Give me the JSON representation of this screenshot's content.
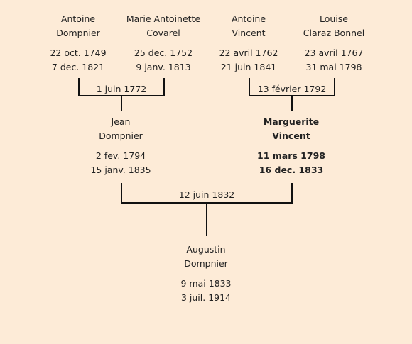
{
  "people": {
    "g1_father": {
      "first": "Antoine",
      "last": "Dompnier",
      "birth": "22 oct. 1749",
      "death": "7 dec. 1821"
    },
    "g1_mother": {
      "first": "Marie Antoinette",
      "last": "Covarel",
      "birth": "25 dec. 1752",
      "death": "9 janv. 1813"
    },
    "g2_father": {
      "first": "Antoine",
      "last": "Vincent",
      "birth": "22 avril 1762",
      "death": "21 juin 1841"
    },
    "g2_mother": {
      "first": "Louise",
      "last": "Claraz Bonnel",
      "birth": "23 avril 1767",
      "death": "31 mai 1798"
    },
    "jean": {
      "first": "Jean",
      "last": "Dompnier",
      "birth": "2 fev. 1794",
      "death": "15 janv. 1835"
    },
    "marguerite": {
      "first": "Marguerite",
      "last": "Vincent",
      "birth": "11 mars 1798",
      "death": "16 dec. 1833"
    },
    "augustin": {
      "first": "Augustin",
      "last": "Dompnier",
      "birth": "9 mai 1833",
      "death": "3 juil. 1914"
    }
  },
  "marriages": {
    "dompnier_covarel": "1 juin 1772",
    "vincent_claraz": "13 février 1792",
    "jean_marguerite": "12 juin 1832"
  }
}
